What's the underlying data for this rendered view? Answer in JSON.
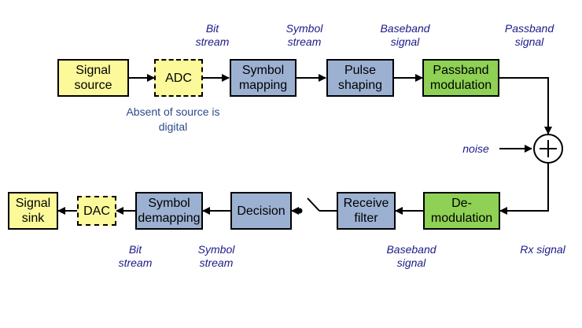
{
  "blocks": {
    "signal_source": "Signal\nsource",
    "adc": "ADC",
    "symbol_mapping": "Symbol\nmapping",
    "pulse_shaping": "Pulse\nshaping",
    "passband_modulation": "Passband\nmodulation",
    "demodulation": "De-\nmodulation",
    "receive_filter": "Receive\nfilter",
    "decision": "Decision",
    "symbol_demapping": "Symbol\ndemapping",
    "dac": "DAC",
    "signal_sink": "Signal\nsink"
  },
  "labels": {
    "bit_stream_tx": "Bit\nstream",
    "symbol_stream_tx": "Symbol\nstream",
    "baseband_signal_tx": "Baseband\nsignal",
    "passband_signal": "Passband\nsignal",
    "noise": "noise",
    "rx_signal": "Rx signal",
    "baseband_signal_rx": "Baseband\nsignal",
    "symbol_stream_rx": "Symbol\nstream",
    "bit_stream_rx": "Bit\nstream"
  },
  "note": "Absent of source is\ndigital",
  "colors": {
    "source_sink": "#fcf99a",
    "baseband_block": "#9cb1d2",
    "passband_block": "#8ed155",
    "label_text": "#1a1a8a"
  }
}
